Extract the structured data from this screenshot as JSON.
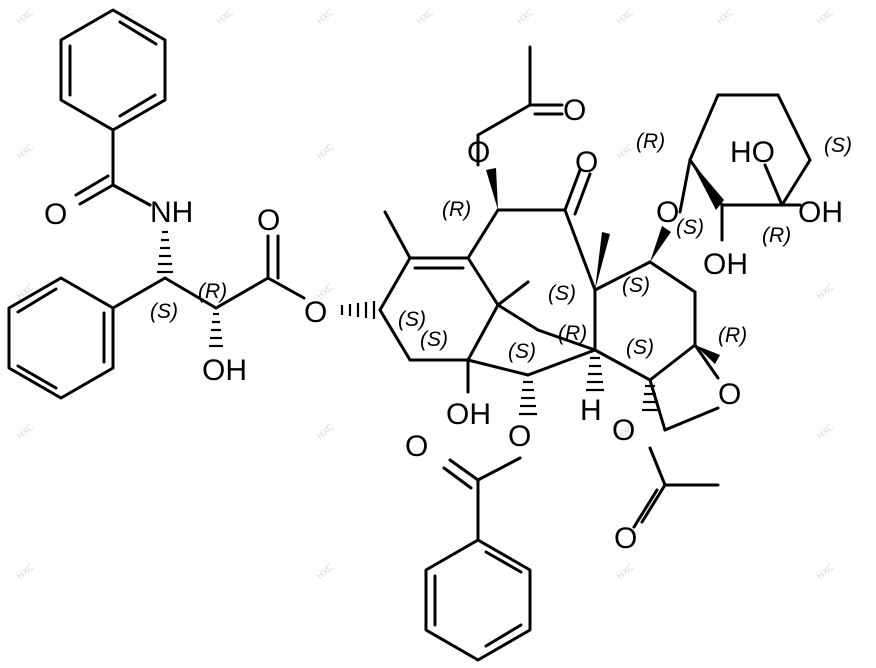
{
  "watermark": "HXC",
  "atoms": {
    "nh": "NH",
    "o_benzamide": "O",
    "o_ester_carbonyl": "O",
    "o_ester_link": "O",
    "oh_side": "OH",
    "o_acetyl_top_link": "O",
    "o_acetyl_top_carbonyl": "O",
    "o_ketone": "O",
    "o_sugar_link": "O",
    "ho_sugar": "HO",
    "oh_sugar_right": "OH",
    "oh_sugar_bottom": "OH",
    "o_oxetane": "O",
    "oh_c1": "OH",
    "o_benzoate_link": "O",
    "o_benzoate_carbonyl": "O",
    "h_c3": "H",
    "o_acetyl_c4_link": "O",
    "o_acetyl_c4_carbonyl": "O"
  },
  "stereo": {
    "side_s": "(S)",
    "side_r": "(R)",
    "c13": "(S)",
    "c10": "(R)",
    "c1": "(S)",
    "c2": "(S)",
    "c8": "(S)",
    "c3": "(R)",
    "c7": "(S)",
    "c4": "(S)",
    "c5": "(R)",
    "sugar_r_top": "(R)",
    "sugar_s_link": "(S)",
    "sugar_r_mid": "(R)",
    "sugar_s_right": "(S)"
  }
}
